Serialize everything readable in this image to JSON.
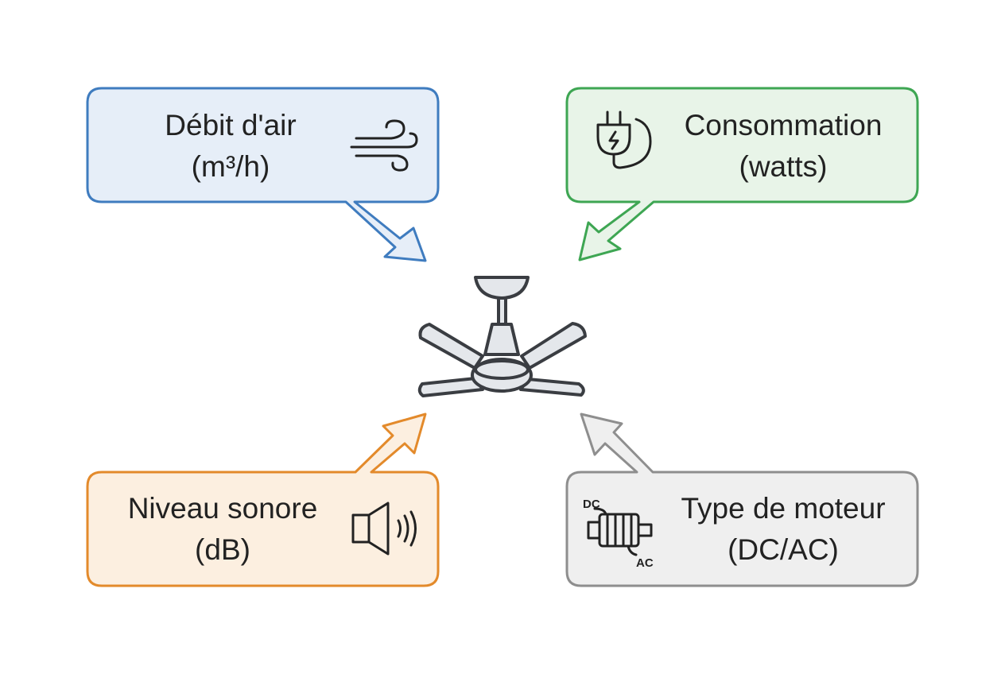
{
  "diagram": {
    "center": {
      "icon": "ceiling-fan-icon"
    },
    "cards": [
      {
        "id": "airflow",
        "line1": "Débit d'air",
        "line2": "(m³/h)",
        "icon": "wind-icon",
        "border": "#3f7cbf",
        "fill": "#e6eef8"
      },
      {
        "id": "power",
        "line1": "Consommation",
        "line2": "(watts)",
        "icon": "power-plug-icon",
        "border": "#3ea653",
        "fill": "#e8f4e8"
      },
      {
        "id": "noise",
        "line1": "Niveau sonore",
        "line2": "(dB)",
        "icon": "speaker-icon",
        "border": "#e38a2b",
        "fill": "#fcefe0"
      },
      {
        "id": "motor",
        "line1": "Type de moteur",
        "line2": "(DC/AC)",
        "icon": "motor-icon",
        "icon_labels": {
          "top": "DC",
          "bottom": "AC"
        },
        "border": "#8e8e8e",
        "fill": "#efefef"
      }
    ],
    "colors": {
      "ink": "#222222",
      "fan_stroke": "#3a3d42",
      "fan_fill": "#e4e7eb"
    }
  }
}
